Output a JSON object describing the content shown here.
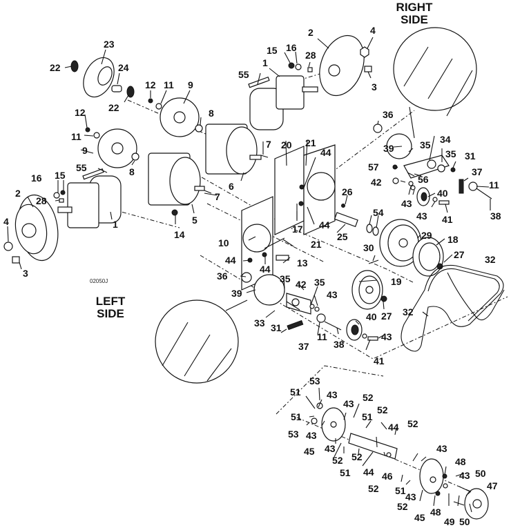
{
  "figure": {
    "code": "02050J",
    "right_side_label": [
      "RIGHT",
      "SIDE"
    ],
    "left_side_label": [
      "LEFT",
      "SIDE"
    ]
  },
  "callouts": [
    {
      "id": "c23a",
      "text": "23"
    },
    {
      "id": "c22a",
      "text": "22"
    },
    {
      "id": "c24",
      "text": "24"
    },
    {
      "id": "c22b",
      "text": "22"
    },
    {
      "id": "c12a",
      "text": "12"
    },
    {
      "id": "c11a",
      "text": "11"
    },
    {
      "id": "c9a",
      "text": "9"
    },
    {
      "id": "c8a",
      "text": "8"
    },
    {
      "id": "c55a",
      "text": "55"
    },
    {
      "id": "c1a",
      "text": "1"
    },
    {
      "id": "c15a",
      "text": "15"
    },
    {
      "id": "c16a",
      "text": "16"
    },
    {
      "id": "c28a",
      "text": "28"
    },
    {
      "id": "c2a",
      "text": "2"
    },
    {
      "id": "c4a",
      "text": "4"
    },
    {
      "id": "c3a",
      "text": "3"
    },
    {
      "id": "c12b",
      "text": "12"
    },
    {
      "id": "c11b",
      "text": "11"
    },
    {
      "id": "c9b",
      "text": "9"
    },
    {
      "id": "c8b",
      "text": "8"
    },
    {
      "id": "c55b",
      "text": "55"
    },
    {
      "id": "c16b",
      "text": "16"
    },
    {
      "id": "c15b",
      "text": "15"
    },
    {
      "id": "c2b",
      "text": "2"
    },
    {
      "id": "c28b",
      "text": "28"
    },
    {
      "id": "c1b",
      "text": "1"
    },
    {
      "id": "c4b",
      "text": "4"
    },
    {
      "id": "c3b",
      "text": "3"
    },
    {
      "id": "c7a",
      "text": "7"
    },
    {
      "id": "c6",
      "text": "6"
    },
    {
      "id": "c7b",
      "text": "7"
    },
    {
      "id": "c5",
      "text": "5"
    },
    {
      "id": "c14",
      "text": "14"
    },
    {
      "id": "c20",
      "text": "20"
    },
    {
      "id": "c21a",
      "text": "21"
    },
    {
      "id": "c44a",
      "text": "44"
    },
    {
      "id": "c26",
      "text": "26"
    },
    {
      "id": "c17",
      "text": "17"
    },
    {
      "id": "c44b",
      "text": "44"
    },
    {
      "id": "c25",
      "text": "25"
    },
    {
      "id": "c10",
      "text": "10"
    },
    {
      "id": "c21b",
      "text": "21"
    },
    {
      "id": "c44c",
      "text": "44"
    },
    {
      "id": "c44d",
      "text": "44"
    },
    {
      "id": "c13",
      "text": "13"
    },
    {
      "id": "c36a",
      "text": "36"
    },
    {
      "id": "c39a",
      "text": "39"
    },
    {
      "id": "c35a",
      "text": "35"
    },
    {
      "id": "c34",
      "text": "34"
    },
    {
      "id": "c35b",
      "text": "35"
    },
    {
      "id": "c31a",
      "text": "31"
    },
    {
      "id": "c57",
      "text": "57"
    },
    {
      "id": "c37a",
      "text": "37"
    },
    {
      "id": "c42a",
      "text": "42"
    },
    {
      "id": "c56",
      "text": "56"
    },
    {
      "id": "c11c",
      "text": "11"
    },
    {
      "id": "c40a",
      "text": "40"
    },
    {
      "id": "c43a",
      "text": "43"
    },
    {
      "id": "c43b",
      "text": "43"
    },
    {
      "id": "c41a",
      "text": "41"
    },
    {
      "id": "c38a",
      "text": "38"
    },
    {
      "id": "c54",
      "text": "54"
    },
    {
      "id": "c29",
      "text": "29"
    },
    {
      "id": "c18",
      "text": "18"
    },
    {
      "id": "c30",
      "text": "30"
    },
    {
      "id": "c27a",
      "text": "27"
    },
    {
      "id": "c32a",
      "text": "32"
    },
    {
      "id": "c36b",
      "text": "36"
    },
    {
      "id": "c35c",
      "text": "35"
    },
    {
      "id": "c42b",
      "text": "42"
    },
    {
      "id": "c35d",
      "text": "35"
    },
    {
      "id": "c39b",
      "text": "39"
    },
    {
      "id": "c43c",
      "text": "43"
    },
    {
      "id": "c19",
      "text": "19"
    },
    {
      "id": "c33",
      "text": "33"
    },
    {
      "id": "c31b",
      "text": "31"
    },
    {
      "id": "c11d",
      "text": "11"
    },
    {
      "id": "c27b",
      "text": "27"
    },
    {
      "id": "c32b",
      "text": "32"
    },
    {
      "id": "c40b",
      "text": "40"
    },
    {
      "id": "c37b",
      "text": "37"
    },
    {
      "id": "c38b",
      "text": "38"
    },
    {
      "id": "c43d",
      "text": "43"
    },
    {
      "id": "c41b",
      "text": "41"
    },
    {
      "id": "c53a",
      "text": "53"
    },
    {
      "id": "c51a",
      "text": "51"
    },
    {
      "id": "c43e",
      "text": "43"
    },
    {
      "id": "c43f",
      "text": "43"
    },
    {
      "id": "c52a",
      "text": "52"
    },
    {
      "id": "c51b",
      "text": "51"
    },
    {
      "id": "c52b",
      "text": "52"
    },
    {
      "id": "c51c",
      "text": "51"
    },
    {
      "id": "c53b",
      "text": "53"
    },
    {
      "id": "c43g",
      "text": "43"
    },
    {
      "id": "c44e",
      "text": "44"
    },
    {
      "id": "c52c",
      "text": "52"
    },
    {
      "id": "c45a",
      "text": "45"
    },
    {
      "id": "c43h",
      "text": "43"
    },
    {
      "id": "c52d",
      "text": "52"
    },
    {
      "id": "c52e",
      "text": "52"
    },
    {
      "id": "c51d",
      "text": "51"
    },
    {
      "id": "c43i",
      "text": "43"
    },
    {
      "id": "c44f",
      "text": "44"
    },
    {
      "id": "c46",
      "text": "46"
    },
    {
      "id": "c48a",
      "text": "48"
    },
    {
      "id": "c52f",
      "text": "52"
    },
    {
      "id": "c51e",
      "text": "51"
    },
    {
      "id": "c43j",
      "text": "43"
    },
    {
      "id": "c50a",
      "text": "50"
    },
    {
      "id": "c47",
      "text": "47"
    },
    {
      "id": "c52g",
      "text": "52"
    },
    {
      "id": "c45b",
      "text": "45"
    },
    {
      "id": "c48b",
      "text": "48"
    },
    {
      "id": "c49",
      "text": "49"
    },
    {
      "id": "c50b",
      "text": "50"
    },
    {
      "id": "c43k",
      "text": "43"
    }
  ]
}
